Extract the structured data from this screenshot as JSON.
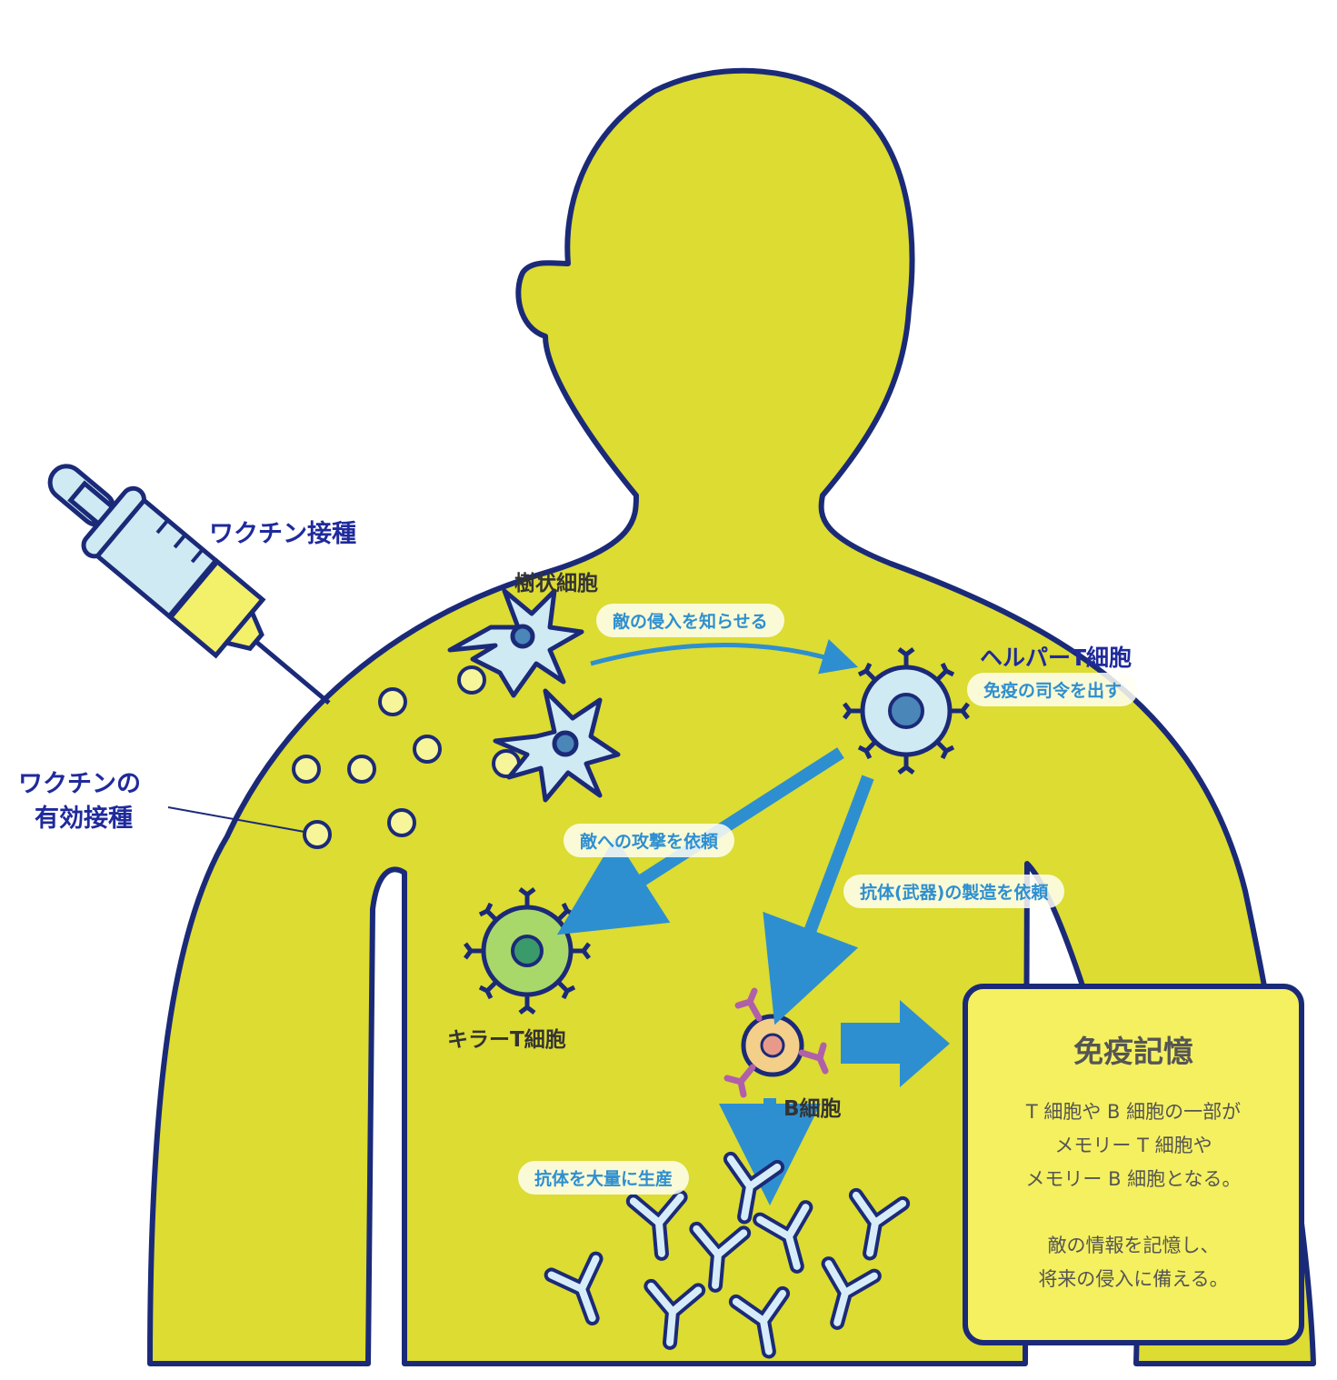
{
  "labels": {
    "vaccination": "ワクチン接種",
    "vaccine_effective_line1": "ワクチンの",
    "vaccine_effective_line2": "有効接種",
    "dendritic_cell": "樹状細胞",
    "notify_invasion": "敵の侵入を知らせる",
    "helper_t": "ヘルパーT細胞",
    "helper_t_role": "免疫の司令を出す",
    "request_attack": "敵への攻撃を依頼",
    "request_antibody": "抗体(武器)の製造を依頼",
    "killer_t": "キラーT細胞",
    "b_cell": "B細胞",
    "mass_produce_antibody": "抗体を大量に生産"
  },
  "memory_box": {
    "title": "免疫記憶",
    "line1": "T 細胞や B 細胞の一部が",
    "line2": "メモリー T 細胞や",
    "line3": "メモリー B 細胞となる。",
    "line4": "敵の情報を記憶し、",
    "line5": "将来の侵入に備える。"
  },
  "colors": {
    "body_fill": "#dcdc32",
    "outline": "#1b2a78",
    "label_navy": "#1f2a9c",
    "arrow_blue": "#2e8fd0",
    "cell_light_blue": "#cfeaf3",
    "antibody": "#d6ecf8"
  }
}
